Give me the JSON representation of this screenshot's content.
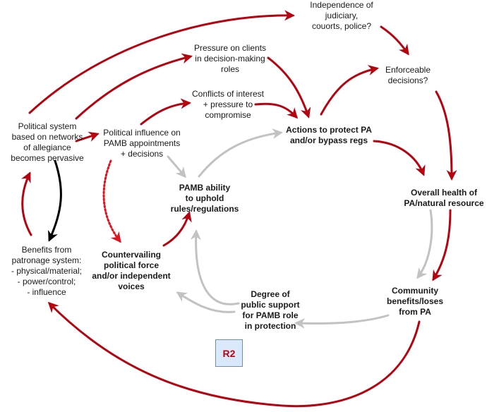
{
  "diagram": {
    "type": "causal-loop-diagram",
    "loop_label": "R2",
    "colors": {
      "red_link": "#b5040f",
      "gray_link": "#c2c2c2",
      "black_link": "#000000",
      "dotted_link": "#e0141e",
      "loop_box_fill": "#dae8fc",
      "loop_box_border": "#6c8ebf",
      "loop_label_text": "#b20710"
    },
    "nodes": [
      {
        "id": "political_system",
        "bold": false,
        "lines": [
          "Political system",
          "based on networks",
          "of allegiance",
          "becomes pervasive"
        ]
      },
      {
        "id": "independence_judiciary",
        "bold": false,
        "lines": [
          "Independence of",
          "judiciary,",
          "couorts, police?"
        ]
      },
      {
        "id": "pressure_clients",
        "bold": false,
        "lines": [
          "Pressure on clients",
          "in decision-making",
          "roles"
        ]
      },
      {
        "id": "conflicts_interest",
        "bold": false,
        "lines": [
          "Conflicts of interest",
          "+ pressure to",
          "compromise"
        ]
      },
      {
        "id": "political_influence",
        "bold": false,
        "lines": [
          "Political influence on",
          "PAMB appointments",
          "+ decisions"
        ]
      },
      {
        "id": "actions_protect",
        "bold": true,
        "lines": [
          "Actions to protect PA",
          "and/or bypass regs"
        ]
      },
      {
        "id": "enforceable_decisions",
        "bold": false,
        "lines": [
          "Enforceable",
          "decisions?"
        ]
      },
      {
        "id": "pamb_ability",
        "bold": true,
        "lines": [
          "PAMB ability",
          "to uphold",
          "rules/regulations"
        ]
      },
      {
        "id": "overall_health",
        "bold": true,
        "lines": [
          "Overall health of",
          "PA/natural resource"
        ]
      },
      {
        "id": "benefits_patronage",
        "bold": false,
        "lines": [
          "Benefits from",
          "patronage system:",
          "- physical/material;",
          "- power/control;",
          "- influence"
        ]
      },
      {
        "id": "countervailing",
        "bold": true,
        "lines": [
          "Countervailing",
          "political force",
          "and/or independent",
          "voices"
        ]
      },
      {
        "id": "public_support",
        "bold": true,
        "lines": [
          "Degree of",
          "public support",
          "for PAMB role",
          "in protection"
        ]
      },
      {
        "id": "community_benefits",
        "bold": true,
        "lines": [
          "Community",
          "benefits/loses",
          "from PA"
        ]
      }
    ],
    "links": [
      {
        "from": "political_system",
        "to": "independence_judiciary",
        "style": "red"
      },
      {
        "from": "political_system",
        "to": "pressure_clients",
        "style": "red"
      },
      {
        "from": "political_system",
        "to": "political_influence",
        "style": "red"
      },
      {
        "from": "political_system",
        "to": "benefits_patronage",
        "style": "black"
      },
      {
        "from": "benefits_patronage",
        "to": "political_system",
        "style": "red"
      },
      {
        "from": "independence_judiciary",
        "to": "enforceable_decisions",
        "style": "red"
      },
      {
        "from": "pressure_clients",
        "to": "actions_protect",
        "style": "red"
      },
      {
        "from": "political_influence",
        "to": "conflicts_interest",
        "style": "red"
      },
      {
        "from": "conflicts_interest",
        "to": "actions_protect",
        "style": "red"
      },
      {
        "from": "political_influence",
        "to": "pamb_ability",
        "style": "gray"
      },
      {
        "from": "political_influence",
        "to": "countervailing",
        "style": "dotted-red"
      },
      {
        "from": "countervailing",
        "to": "pamb_ability",
        "style": "red"
      },
      {
        "from": "pamb_ability",
        "to": "actions_protect",
        "style": "gray"
      },
      {
        "from": "actions_protect",
        "to": "enforceable_decisions",
        "style": "red"
      },
      {
        "from": "actions_protect",
        "to": "overall_health",
        "style": "red"
      },
      {
        "from": "enforceable_decisions",
        "to": "overall_health",
        "style": "red"
      },
      {
        "from": "overall_health",
        "to": "community_benefits",
        "style": "gray"
      },
      {
        "from": "overall_health",
        "to": "community_benefits",
        "style": "red"
      },
      {
        "from": "community_benefits",
        "to": "public_support",
        "style": "gray"
      },
      {
        "from": "public_support",
        "to": "pamb_ability",
        "style": "gray"
      },
      {
        "from": "public_support",
        "to": "countervailing",
        "style": "gray"
      },
      {
        "from": "community_benefits",
        "to": "benefits_patronage",
        "style": "red"
      }
    ]
  }
}
